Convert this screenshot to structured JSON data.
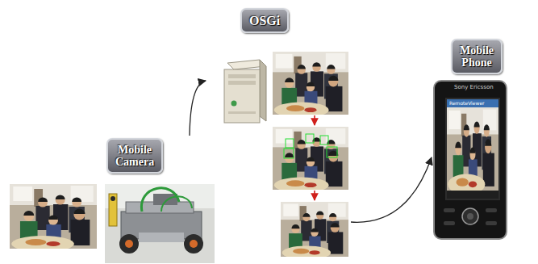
{
  "diagram": {
    "nodes": [
      {
        "text": [
          "OSGi"
        ]
      },
      {
        "text": [
          "Mobile Camera"
        ]
      },
      {
        "text": [
          "Mobile Phone"
        ]
      }
    ],
    "edges": [
      {
        "from": 1,
        "to": 0,
        "arrow": "to"
      },
      {
        "from": 0,
        "to": 2,
        "arrow": "to"
      }
    ],
    "labels": [
      "Sony Ericsson",
      "RemoteViewer"
    ]
  }
}
